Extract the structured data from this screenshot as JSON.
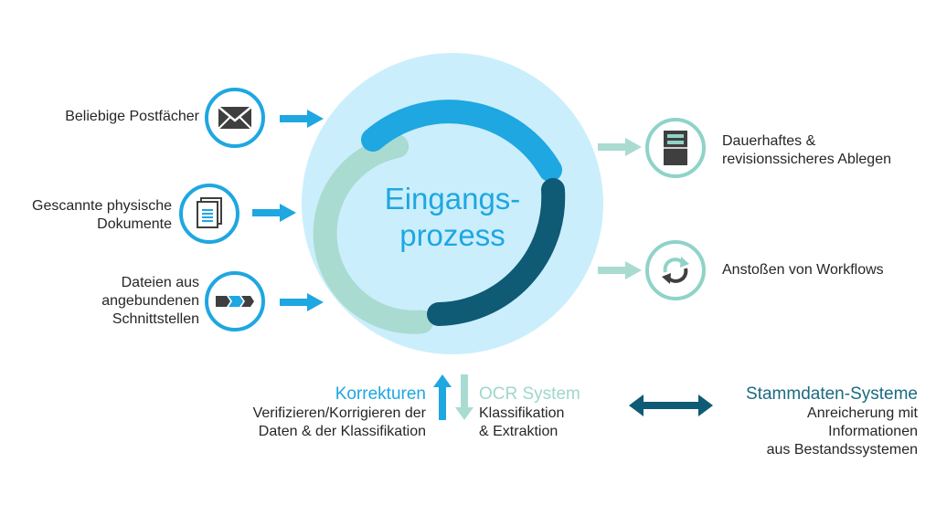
{
  "center": {
    "line1": "Eingangs-",
    "line2": "prozess"
  },
  "inputs": [
    {
      "text": "Beliebige Postfächer",
      "icon": "envelope-icon"
    },
    {
      "line1": "Gescannte physische",
      "line2": "Dokumente",
      "icon": "document-stack-icon"
    },
    {
      "line1": "Dateien aus",
      "line2": "angebundenen",
      "line3": "Schnittstellen",
      "icon": "interface-chevrons-icon"
    }
  ],
  "outputs": [
    {
      "line1": "Dauerhaftes &",
      "line2": "revisionssicheres Ablegen",
      "icon": "archive-icon"
    },
    {
      "text": "Anstoßen von Workflows",
      "icon": "refresh-cycle-icon"
    }
  ],
  "korrekturen": {
    "title": "Korrekturen",
    "line1": "Verifizieren/Korrigieren der",
    "line2": "Daten & der Klassifikation"
  },
  "ocr": {
    "title": "OCR System",
    "line1": "Klassifikation",
    "line2": "& Extraktion"
  },
  "stammdaten": {
    "title": "Stammdaten-Systeme",
    "line1": "Anreicherung mit",
    "line2": "Informationen",
    "line3": "aus Bestandssystemen"
  },
  "colors": {
    "blue": "#1ea7e1",
    "teal": "#8fd3c8",
    "dark": "#0f5a75",
    "halo": "#cbeefc",
    "gray": "#3f3f3f"
  }
}
